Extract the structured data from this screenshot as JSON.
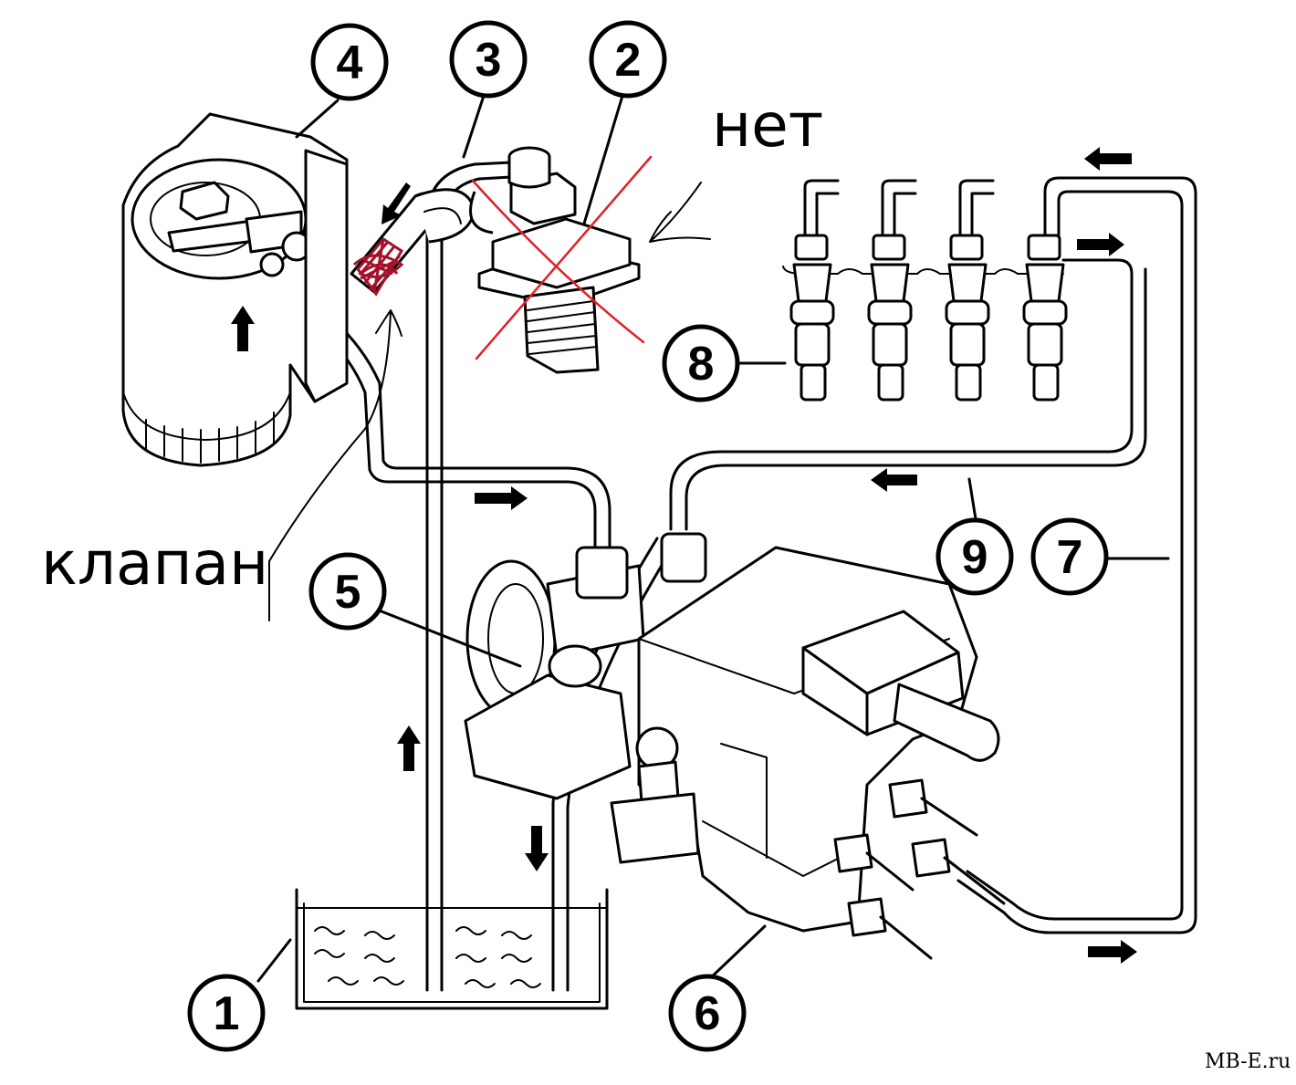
{
  "callouts": [
    {
      "id": "1",
      "text": "1"
    },
    {
      "id": "2",
      "text": "2"
    },
    {
      "id": "3",
      "text": "3"
    },
    {
      "id": "4",
      "text": "4"
    },
    {
      "id": "5",
      "text": "5"
    },
    {
      "id": "6",
      "text": "6"
    },
    {
      "id": "7",
      "text": "7"
    },
    {
      "id": "8",
      "text": "8"
    },
    {
      "id": "9",
      "text": "9"
    }
  ],
  "handwritten": {
    "no_label": "нет",
    "valve_label": "клапан"
  },
  "watermark": "MB-E.ru",
  "colors": {
    "ink": "#000000",
    "correction": "#e0202a",
    "scribble": "#a3122a"
  }
}
